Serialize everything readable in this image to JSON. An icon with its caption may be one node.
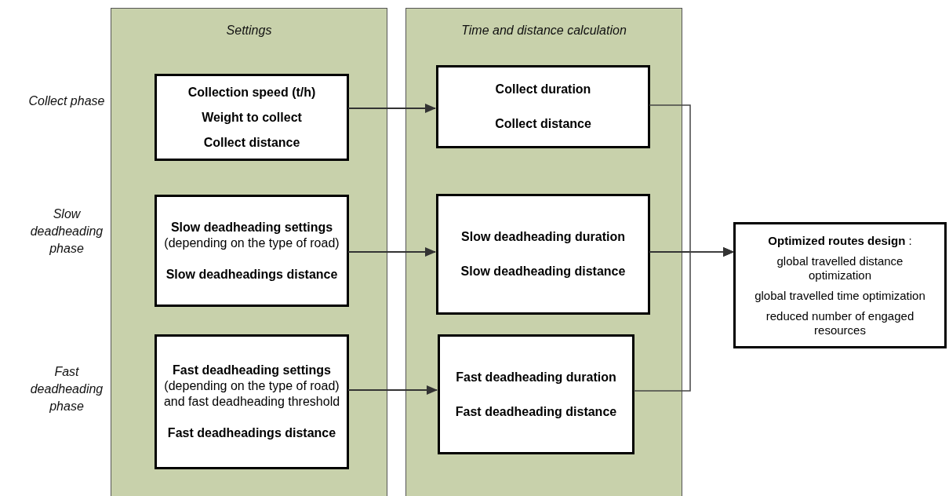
{
  "diagram": {
    "nodes": [
      {
        "text": [
          "Settings"
        ]
      },
      {
        "text": [
          "Time and distance calculation"
        ]
      },
      {
        "text": [
          "Collection speed (t/h)",
          "Weight to collect",
          "Collect distance"
        ],
        "in": 0
      },
      {
        "text": [
          "**Slow deadheading settings** (depending on the type of road)",
          "Slow deadheadings distance"
        ],
        "in": 0
      },
      {
        "text": [
          "**Fast deadheading settings** (depending on the type of road) and fast deadheading threshold",
          "Fast deadheadings distance"
        ],
        "in": 0
      },
      {
        "text": [
          "Collect duration",
          "Collect distance"
        ],
        "in": 1
      },
      {
        "text": [
          "Slow deadheading duration",
          "Slow deadheading distance"
        ],
        "in": 1
      },
      {
        "text": [
          "Fast deadheading duration",
          "Fast deadheading distance"
        ],
        "in": 1
      },
      {
        "text": [
          "**Optimized routes design** :",
          "global travelled distance optimization",
          "global travelled time optimization",
          "reduced number of engaged resources"
        ]
      }
    ],
    "edges": [
      {
        "from": 2,
        "to": 5,
        "arrow": "to"
      },
      {
        "from": 3,
        "to": 6,
        "arrow": "to"
      },
      {
        "from": 4,
        "to": 7,
        "arrow": "to"
      },
      {
        "from": 5,
        "to": 8,
        "arrow": "to"
      },
      {
        "from": 6,
        "to": 8,
        "arrow": "to"
      },
      {
        "from": 7,
        "to": 8,
        "arrow": "to"
      }
    ],
    "labels": [
      "Collect phase",
      "Slow deadheading phase",
      "Fast deadheading phase"
    ]
  }
}
